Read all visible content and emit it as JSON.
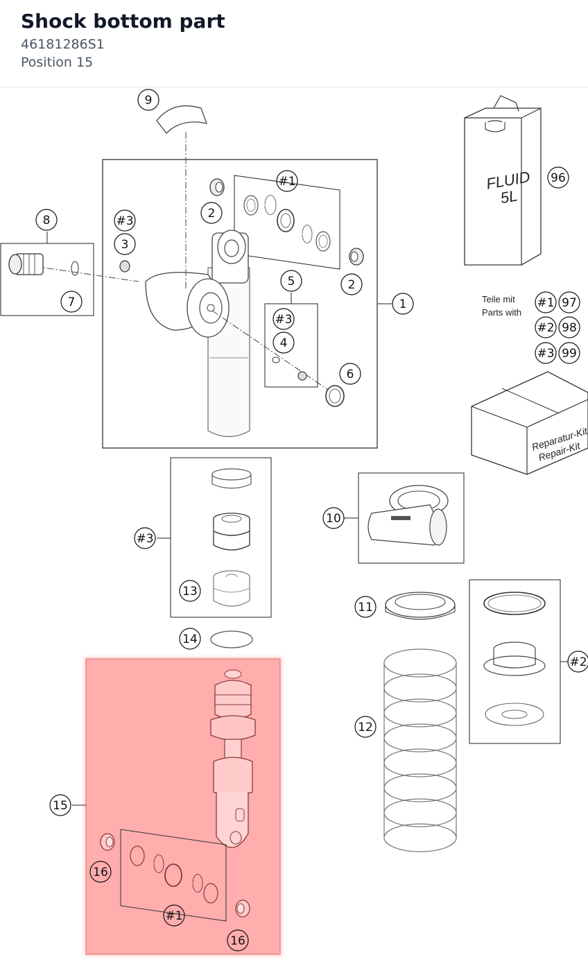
{
  "header": {
    "title": "Shock bottom part",
    "part_number": "46181286S1",
    "position": "Position 15"
  },
  "diagram": {
    "highlight_color": "#ff9999",
    "callouts": {
      "c1": "1",
      "c2a": "2",
      "c2b": "2",
      "c3": "3",
      "c3h": "#3",
      "c4": "4",
      "c3h_b": "#3",
      "c5": "5",
      "c6": "6",
      "c7": "7",
      "c8": "8",
      "c9": "9",
      "c10": "10",
      "c11": "11",
      "c12": "12",
      "c13": "13",
      "c14": "14",
      "c15": "15",
      "c16a": "16",
      "c16b": "16",
      "c1h_top": "#1",
      "c1h_bot": "#1",
      "c3h_mid": "#3",
      "c2h_right": "#2",
      "c96": "96",
      "k1": "#1",
      "k97": "97",
      "k2": "#2",
      "k98": "98",
      "k3": "#3",
      "k99": "99"
    },
    "notes": {
      "teile_mit": "Teile mit",
      "parts_with": "Parts with"
    },
    "fluid": {
      "line1": "FLUID",
      "line2": "5L"
    },
    "repair_kit": {
      "line1": "Reparatur-Kit",
      "line2": "Repair-Kit"
    }
  }
}
